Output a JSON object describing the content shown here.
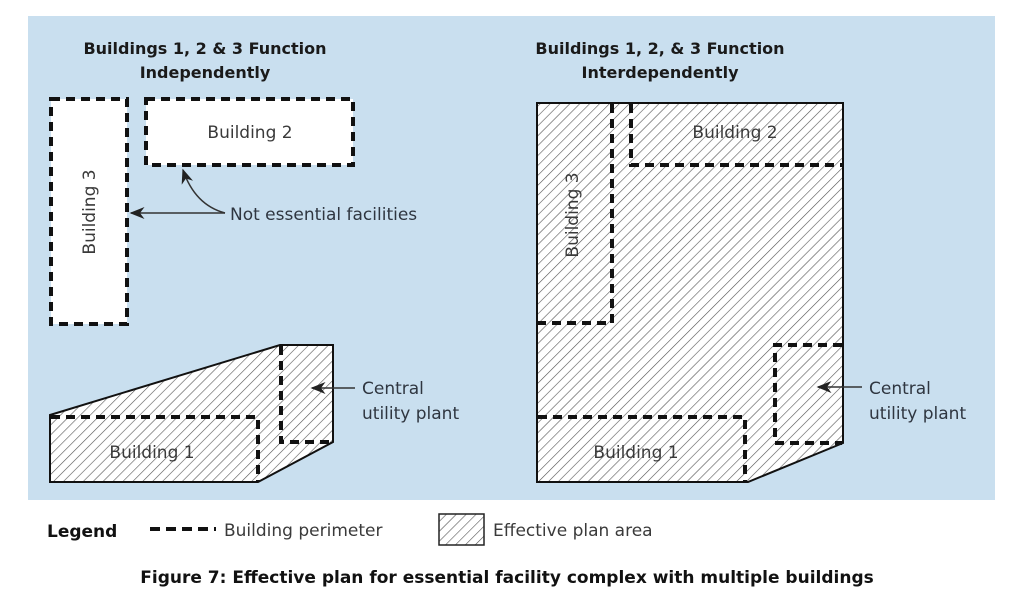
{
  "colors": {
    "panel": "#c9dfef",
    "line": "#111111"
  },
  "left": {
    "title_line1": "Buildings 1, 2 & 3 Function",
    "title_line2": "Independently",
    "building1": "Building 1",
    "building2": "Building 2",
    "building3": "Building 3",
    "not_essential": "Not essential facilities",
    "plant_line1": "Central",
    "plant_line2": "utility plant"
  },
  "right": {
    "title_line1": "Buildings 1, 2, & 3 Function",
    "title_line2": "Interdependently",
    "building1": "Building 1",
    "building2": "Building 2",
    "building3": "Building 3",
    "plant_line1": "Central",
    "plant_line2": "utility plant"
  },
  "legend": {
    "title": "Legend",
    "perimeter": "Building perimeter",
    "effective": "Effective plan area"
  },
  "caption": "Figure 7: Effective plan for essential facility complex with multiple buildings"
}
